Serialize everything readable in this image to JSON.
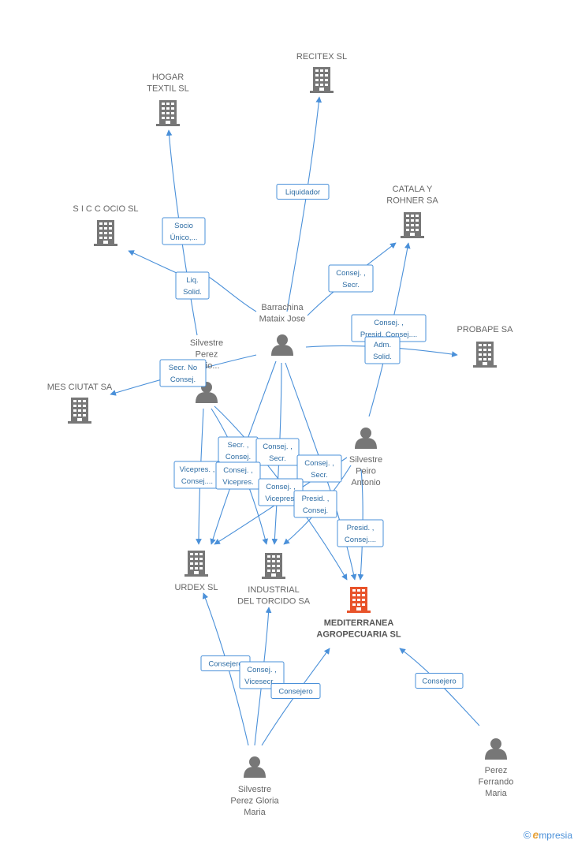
{
  "nodes": [
    {
      "id": "hogar",
      "type": "company",
      "label": [
        "HOGAR",
        "TEXTIL SL"
      ]
    },
    {
      "id": "recitex",
      "type": "company",
      "label": [
        "RECITEX SL"
      ]
    },
    {
      "id": "siccocio",
      "type": "company",
      "label": [
        "S I C C OCIO SL"
      ]
    },
    {
      "id": "catala",
      "type": "company",
      "label": [
        "CATALA Y",
        "ROHNER SA"
      ]
    },
    {
      "id": "probape",
      "type": "company",
      "label": [
        "PROBAPE SA"
      ]
    },
    {
      "id": "mesciutat",
      "type": "company",
      "label": [
        "MES CIUTAT SA"
      ]
    },
    {
      "id": "urdex",
      "type": "company",
      "label": [
        "URDEX SL"
      ]
    },
    {
      "id": "torcido",
      "type": "company",
      "label": [
        "INDUSTRIAL",
        "DEL TORCIDO SA"
      ]
    },
    {
      "id": "mediterranea",
      "type": "company-main",
      "label": [
        "MEDITERRANEA",
        "AGROPECUARIA SL"
      ]
    },
    {
      "id": "barrachina",
      "type": "person",
      "label": [
        "Barrachina",
        "Mataix Jose"
      ]
    },
    {
      "id": "silvestre_perez",
      "type": "person",
      "label": [
        "Silvestre",
        "Perez",
        "...nio..."
      ]
    },
    {
      "id": "silvestre_peiro",
      "type": "person",
      "label": [
        "Silvestre",
        "Peiro",
        "Antonio"
      ]
    },
    {
      "id": "gloria",
      "type": "person",
      "label": [
        "Silvestre",
        "Perez Gloria",
        "Maria"
      ]
    },
    {
      "id": "ferrando",
      "type": "person",
      "label": [
        "Perez",
        "Ferrando",
        "Maria"
      ]
    }
  ],
  "edge_labels": [
    {
      "id": "e1",
      "lines": [
        "Liquidador"
      ]
    },
    {
      "id": "e2",
      "lines": [
        "Socio",
        "Único,..."
      ]
    },
    {
      "id": "e3",
      "lines": [
        "Liq.",
        "Solid."
      ]
    },
    {
      "id": "e4",
      "lines": [
        "Consej. ,",
        "Secr."
      ]
    },
    {
      "id": "e5",
      "lines": [
        "Consej. ,",
        "Presid. Consej...."
      ]
    },
    {
      "id": "e6",
      "lines": [
        "Adm.",
        "Solid."
      ]
    },
    {
      "id": "e7",
      "lines": [
        "Secr.  No",
        "Consej."
      ]
    },
    {
      "id": "e8",
      "lines": [
        "Secr. ,",
        "Consej."
      ]
    },
    {
      "id": "e9",
      "lines": [
        "Consej. ,",
        "Secr."
      ]
    },
    {
      "id": "e10",
      "lines": [
        "Vicepres. ,",
        "Consej...."
      ]
    },
    {
      "id": "e11",
      "lines": [
        "Consej. ,",
        "Vicepres."
      ]
    },
    {
      "id": "e12",
      "lines": [
        "Consej. ,",
        "Secr."
      ]
    },
    {
      "id": "e13",
      "lines": [
        "Consej. ,",
        "Vicepres."
      ]
    },
    {
      "id": "e14",
      "lines": [
        "Presid. ,",
        "Consej."
      ]
    },
    {
      "id": "e15",
      "lines": [
        "Presid. ,",
        "Consej...."
      ]
    },
    {
      "id": "e16",
      "lines": [
        "Consejero"
      ]
    },
    {
      "id": "e17",
      "lines": [
        "Consej. ,",
        "Vicesecr..."
      ]
    },
    {
      "id": "e18",
      "lines": [
        "Consejero"
      ]
    },
    {
      "id": "e19",
      "lines": [
        "Consejero"
      ]
    }
  ],
  "watermark": {
    "copyright": "©",
    "brand_initial": "e",
    "brand_rest": "mpresia"
  },
  "colors": {
    "edge": "#4a90d9",
    "icon": "#777777",
    "main": "#e8532a"
  }
}
